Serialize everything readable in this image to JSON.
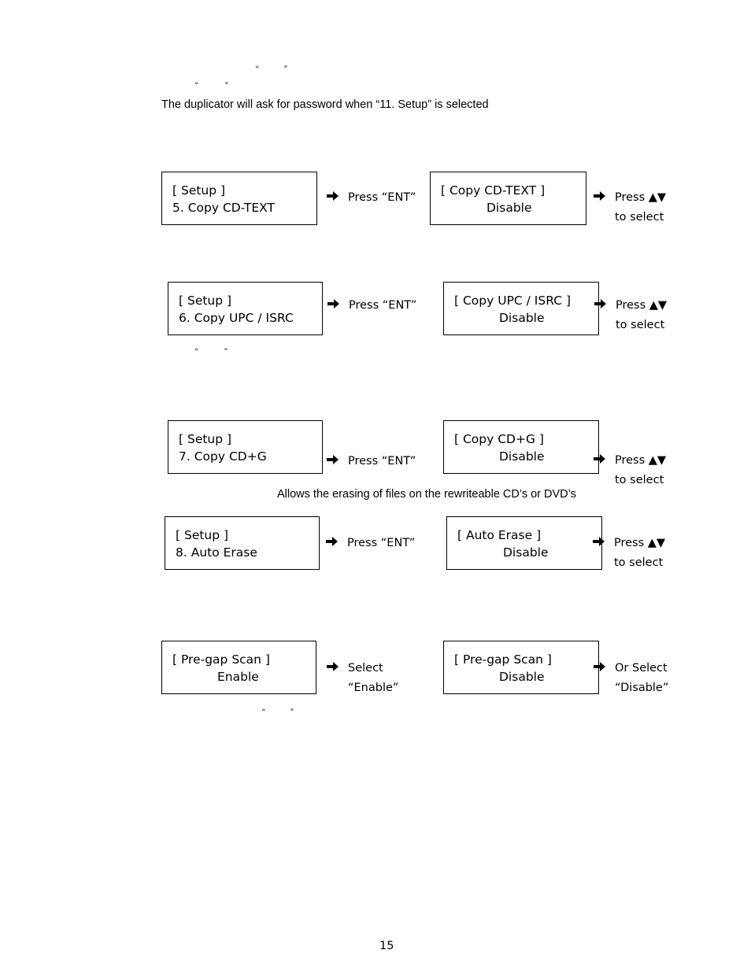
{
  "quote_fragments": [
    "“",
    "”"
  ],
  "intro_text": "The duplicator will ask for password when “11. Setup” is selected",
  "auto_erase_note": "Allows the erasing of files on the rewriteable CD’s or DVD’s",
  "rows": [
    {
      "left_box": {
        "line1": "[ Setup ]",
        "line2": "5. Copy CD-TEXT"
      },
      "mid_text": [
        "Press “ENT”"
      ],
      "right_box": {
        "line1": "[ Copy CD-TEXT ]",
        "line2": "Disable"
      },
      "end_text": [
        "Press ▲▼",
        "to select"
      ]
    },
    {
      "left_box": {
        "line1": "[ Setup ]",
        "line2": "6. Copy UPC / ISRC"
      },
      "mid_text": [
        "Press “ENT”"
      ],
      "right_box": {
        "line1": "[ Copy UPC / ISRC ]",
        "line2": "Disable"
      },
      "end_text": [
        "Press ▲▼",
        "to select"
      ]
    },
    {
      "left_box": {
        "line1": "[ Setup ]",
        "line2": "7. Copy CD+G"
      },
      "mid_text": [
        "Press “ENT”"
      ],
      "right_box": {
        "line1": "[ Copy CD+G ]",
        "line2": "Disable"
      },
      "end_text": [
        "Press ▲▼",
        "to select"
      ]
    },
    {
      "left_box": {
        "line1": "[ Setup ]",
        "line2": "8. Auto Erase"
      },
      "mid_text": [
        "Press “ENT”"
      ],
      "right_box": {
        "line1": "[ Auto Erase ]",
        "line2": "Disable"
      },
      "end_text": [
        "Press ▲▼",
        "to select"
      ]
    },
    {
      "left_box": {
        "line1": "[ Pre-gap Scan ]",
        "line2": "Enable"
      },
      "mid_text": [
        "Select",
        "“Enable”"
      ],
      "right_box": {
        "line1": "[ Pre-gap Scan ]",
        "line2": "Disable"
      },
      "end_text": [
        "Or Select",
        "“Disable”"
      ]
    }
  ],
  "page_number": "15"
}
